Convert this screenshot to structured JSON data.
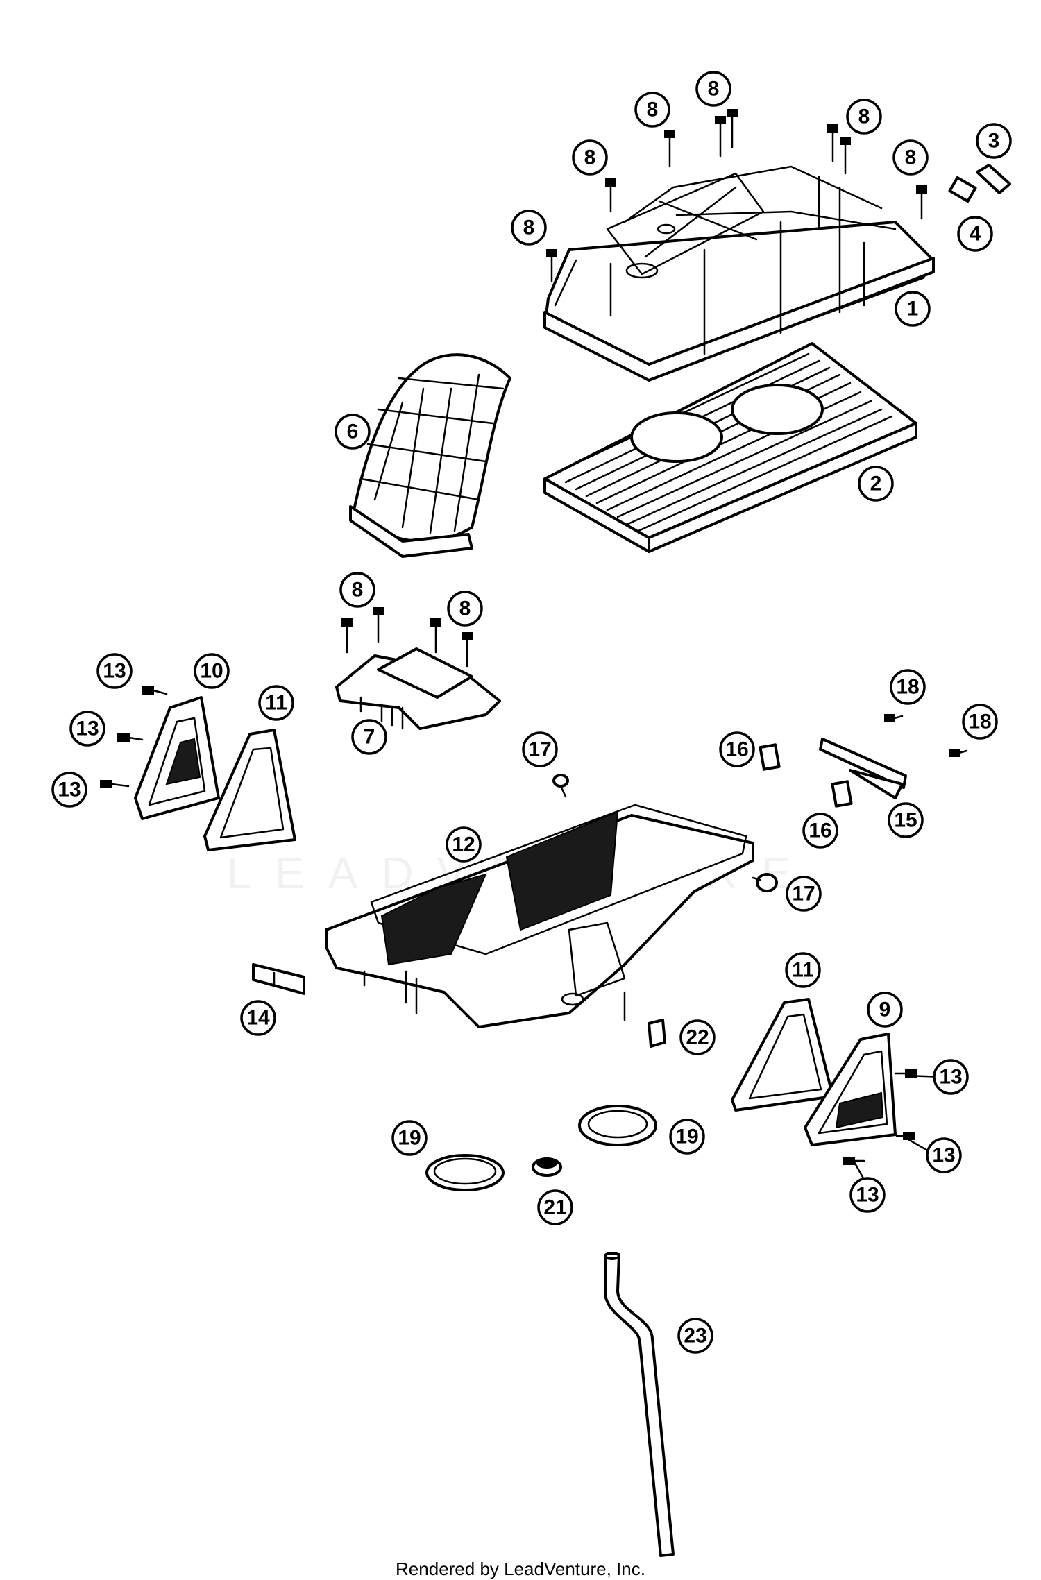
{
  "watermark": "LEADVENTURE",
  "credit": "Rendered by LeadVenture, Inc.",
  "callouts": [
    "8",
    "8",
    "8",
    "8",
    "8",
    "8",
    "3",
    "4",
    "1",
    "6",
    "2",
    "8",
    "8",
    "7",
    "13",
    "10",
    "11",
    "13",
    "13",
    "17",
    "16",
    "18",
    "18",
    "16",
    "15",
    "12",
    "17",
    "14",
    "11",
    "9",
    "22",
    "13",
    "13",
    "13",
    "19",
    "19",
    "21",
    "23"
  ]
}
